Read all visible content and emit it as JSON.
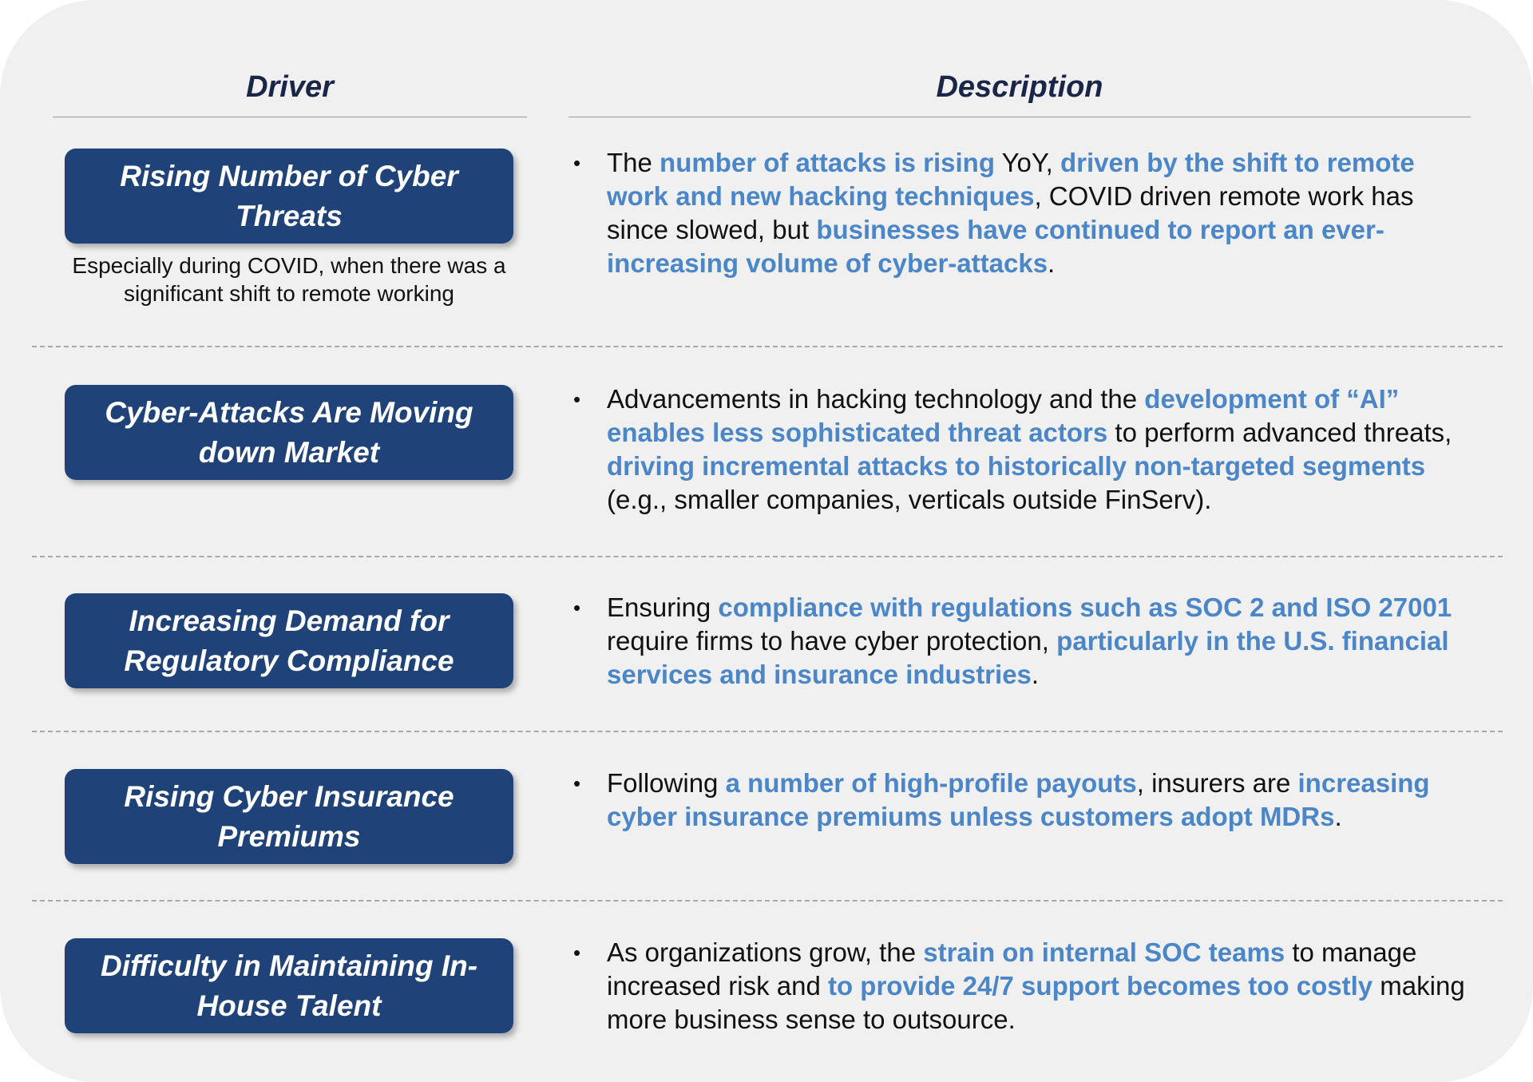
{
  "headers": {
    "driver": "Driver",
    "description": "Description"
  },
  "colors": {
    "card_bg": "#f0f0f0",
    "driver_box": "#1f4278",
    "highlight": "#4a86c8",
    "header_text": "#1a2548"
  },
  "bullet_glyph": "•",
  "rows": [
    {
      "driver": "Rising Number of Cyber Threats",
      "note": "Especially during COVID, when there was a significant shift to remote working",
      "segments": [
        {
          "t": "The ",
          "h": false
        },
        {
          "t": "number of attacks is rising",
          "h": true
        },
        {
          "t": " YoY, ",
          "h": false
        },
        {
          "t": "driven by the shift to remote work and new hacking techniques",
          "h": true
        },
        {
          "t": ", COVID driven remote work has since slowed, but ",
          "h": false
        },
        {
          "t": "businesses have continued to report an ever-increasing volume of cyber-attacks",
          "h": true
        },
        {
          "t": ".",
          "h": false
        }
      ]
    },
    {
      "driver": "Cyber-Attacks Are Moving down Market",
      "segments": [
        {
          "t": "Advancements in hacking technology and the ",
          "h": false
        },
        {
          "t": "development of “AI” enables less sophisticated threat actors",
          "h": true
        },
        {
          "t": " to perform advanced threats, ",
          "h": false
        },
        {
          "t": "driving incremental attacks to historically non-targeted segments",
          "h": true
        },
        {
          "t": " (e.g., smaller companies, verticals outside FinServ).",
          "h": false
        }
      ]
    },
    {
      "driver": "Increasing Demand for Regulatory Compliance",
      "segments": [
        {
          "t": "Ensuring ",
          "h": false
        },
        {
          "t": "compliance with regulations such as SOC 2 and ISO 27001",
          "h": true
        },
        {
          "t": " require firms to have cyber protection, ",
          "h": false
        },
        {
          "t": "particularly in the U.S. financial services and insurance industries",
          "h": true
        },
        {
          "t": ".",
          "h": false
        }
      ]
    },
    {
      "driver": "Rising Cyber Insurance Premiums",
      "segments": [
        {
          "t": "Following ",
          "h": false
        },
        {
          "t": "a number of high-profile payouts",
          "h": true
        },
        {
          "t": ", insurers are ",
          "h": false
        },
        {
          "t": "increasing cyber insurance premiums unless customers adopt MDRs",
          "h": true
        },
        {
          "t": ".",
          "h": false
        }
      ]
    },
    {
      "driver": "Difficulty in Maintaining In-House Talent",
      "segments": [
        {
          "t": "As organizations grow, the ",
          "h": false
        },
        {
          "t": "strain on internal SOC teams",
          "h": true
        },
        {
          "t": " to manage increased risk and ",
          "h": false
        },
        {
          "t": "to provide 24/7 support becomes too costly",
          "h": true
        },
        {
          "t": " making more business sense to outsource.",
          "h": false
        }
      ]
    }
  ]
}
